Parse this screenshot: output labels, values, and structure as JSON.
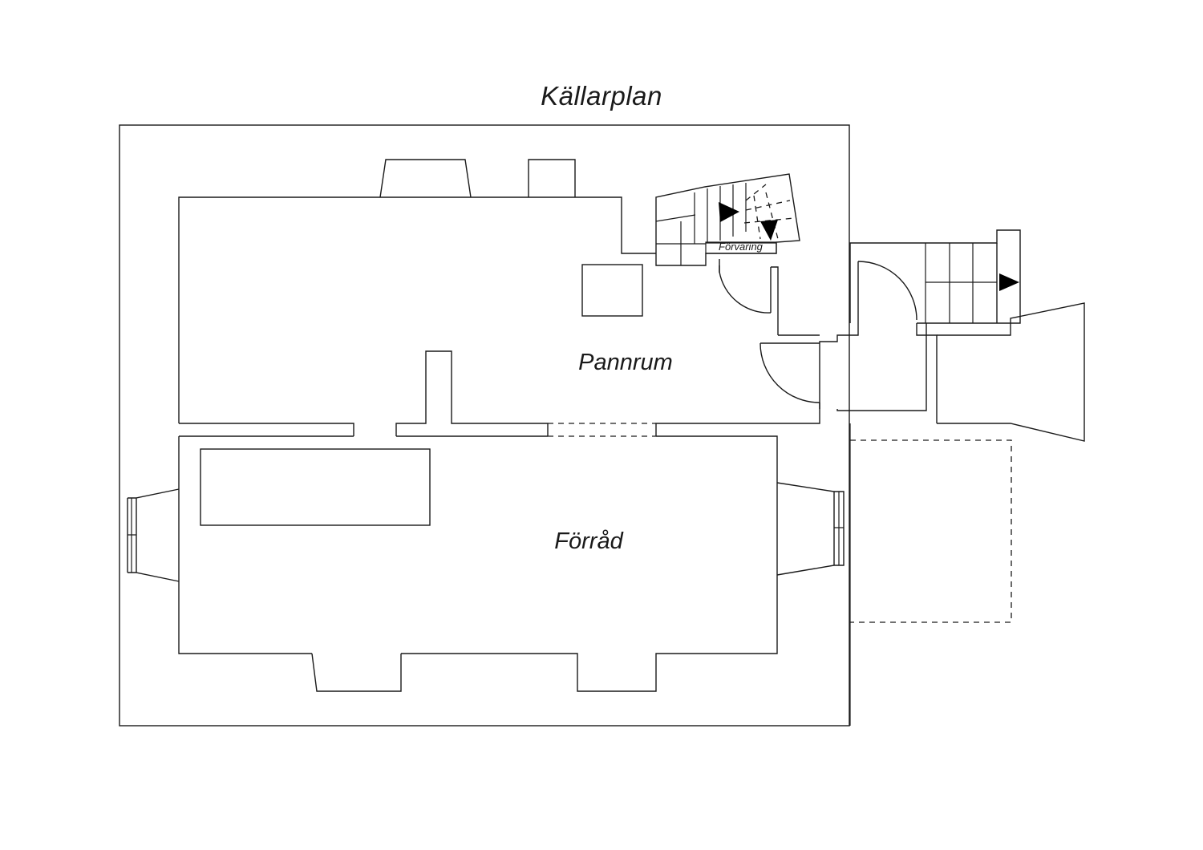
{
  "plan": {
    "title": "Källarplan",
    "rooms": {
      "pannrum": "Pannrum",
      "forrad": "Förråd",
      "forvaring": "Förvaring"
    }
  }
}
